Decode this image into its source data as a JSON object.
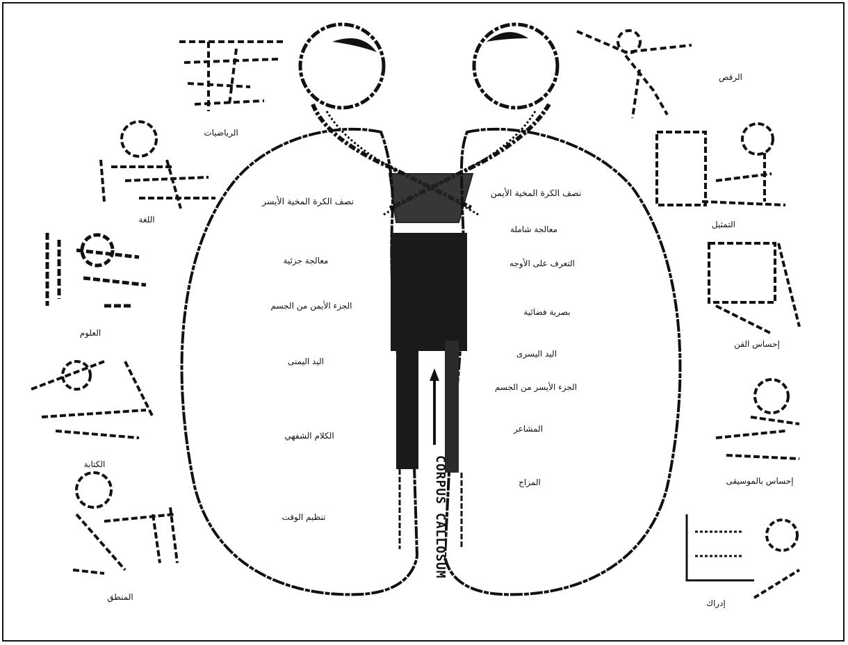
{
  "left_hemisphere": {
    "title": "نصف الكرة المخية الأيسر",
    "functions": [
      "معالجة جزئية",
      "الجزء الأيمن من الجسم",
      "اليد اليمنى",
      "الكلام الشفهي",
      "تنظيم الوقت"
    ]
  },
  "right_hemisphere": {
    "title": "نصف الكرة المخية الأيمن",
    "functions": [
      "معالجة شاملة",
      "التعرف على الأوجه",
      "بصرية فضائية",
      "اليد اليسرى",
      "الجزء الأيسر من الجسم",
      "المشاعر",
      "المزاج"
    ]
  },
  "left_skills": [
    "الرياضيات",
    "اللغة",
    "العلوم",
    "الكتابة",
    "المنطق"
  ],
  "right_skills": [
    "الرقص",
    "التمثيل",
    "إحساس الفن",
    "إحساس بالموسيقى",
    "إدراك"
  ],
  "corpus_label": "CORPUS CALLOSUM",
  "colors": {
    "ink": "#111111",
    "background": "#ffffff"
  }
}
